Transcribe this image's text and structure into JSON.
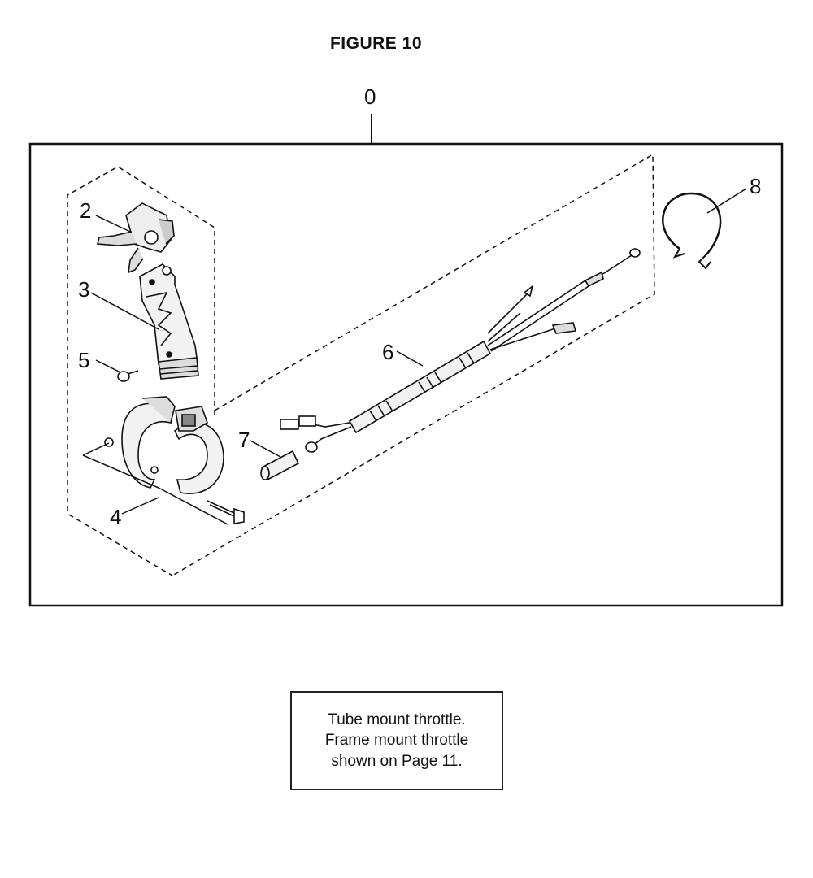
{
  "figure": {
    "title": "FIGURE 10"
  },
  "callouts": {
    "assembly": "0",
    "part_2": "2",
    "part_3": "3",
    "part_4": "4",
    "part_5": "5",
    "part_6": "6",
    "part_7": "7",
    "part_8": "8"
  },
  "note": {
    "lines": [
      "Tube mount throttle.",
      "Frame mount throttle",
      "shown on Page 11."
    ]
  },
  "colors": {
    "line": "#111111",
    "background": "#ffffff"
  }
}
